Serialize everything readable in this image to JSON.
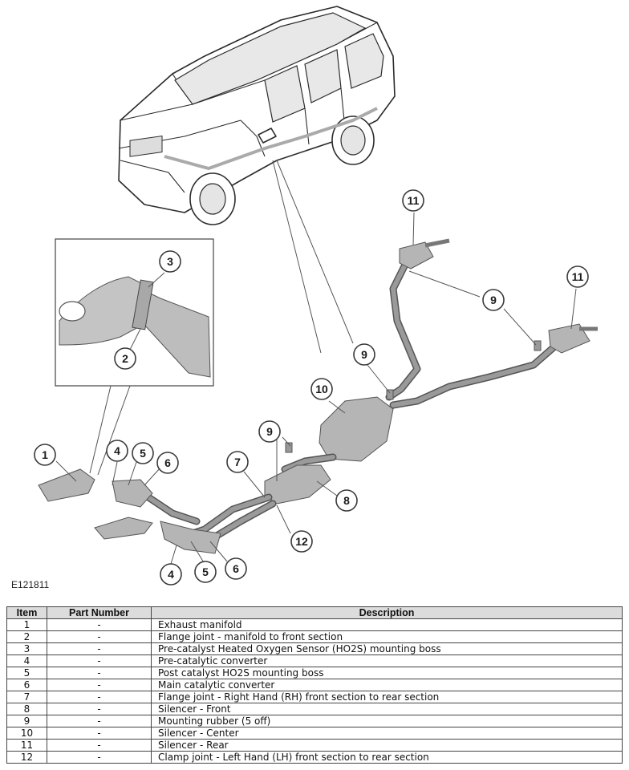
{
  "figure_id": "E121811",
  "callouts": [
    "1",
    "2",
    "3",
    "4",
    "5",
    "6",
    "7",
    "8",
    "9",
    "10",
    "11",
    "12"
  ],
  "table": {
    "headers": {
      "item": "Item",
      "part_number": "Part Number",
      "description": "Description"
    },
    "rows": [
      {
        "item": "1",
        "part_number": "-",
        "description": "Exhaust manifold"
      },
      {
        "item": "2",
        "part_number": "-",
        "description": "Flange joint - manifold to front section"
      },
      {
        "item": "3",
        "part_number": "-",
        "description": "Pre-catalyst Heated Oxygen Sensor (HO2S) mounting boss"
      },
      {
        "item": "4",
        "part_number": "-",
        "description": "Pre-catalytic converter"
      },
      {
        "item": "5",
        "part_number": "-",
        "description": "Post catalyst HO2S mounting boss"
      },
      {
        "item": "6",
        "part_number": "-",
        "description": "Main catalytic converter"
      },
      {
        "item": "7",
        "part_number": "-",
        "description": "Flange joint - Right Hand (RH) front section to rear section"
      },
      {
        "item": "8",
        "part_number": "-",
        "description": "Silencer - Front"
      },
      {
        "item": "9",
        "part_number": "-",
        "description": "Mounting rubber (5 off)"
      },
      {
        "item": "10",
        "part_number": "-",
        "description": "Silencer - Center"
      },
      {
        "item": "11",
        "part_number": "-",
        "description": "Silencer - Rear"
      },
      {
        "item": "12",
        "part_number": "-",
        "description": "Clamp joint - Left Hand (LH) front section to rear section"
      }
    ]
  }
}
